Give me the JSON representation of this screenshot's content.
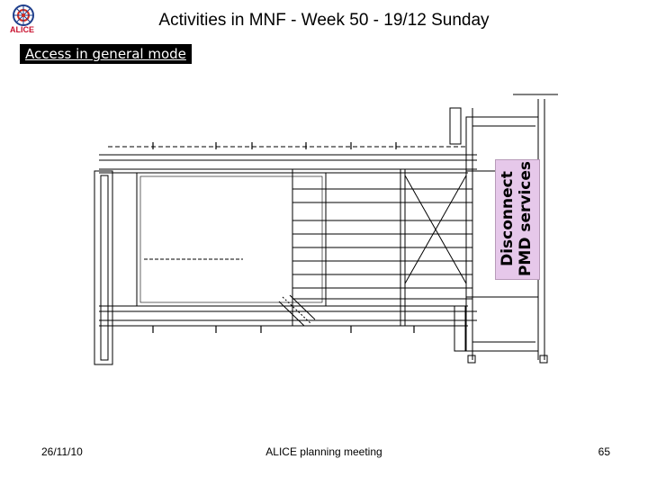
{
  "logo": {
    "text": "ALICE"
  },
  "slide": {
    "title": "Activities in MNF - Week 50 - 19/12 Sunday",
    "access_mode": "Access in general mode"
  },
  "task": {
    "line1": "Disconnect",
    "line2": "PMD services"
  },
  "footer": {
    "date": "26/11/10",
    "meeting": "ALICE planning meeting",
    "page": "65"
  }
}
